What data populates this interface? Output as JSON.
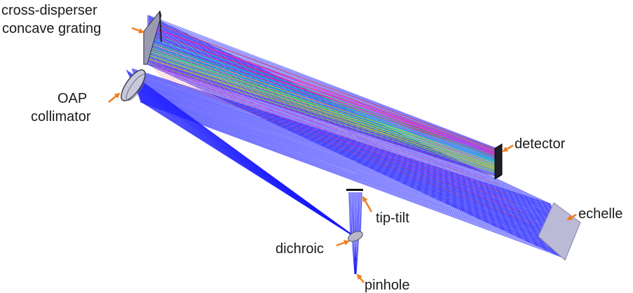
{
  "labels": {
    "cross_disperser_line1": "cross-disperser",
    "cross_disperser_line2": "concave grating",
    "oap_line1": "OAP",
    "oap_line2": "collimator",
    "detector": "detector",
    "echelle": "echelle",
    "tip_tilt": "tip-tilt",
    "dichroic": "dichroic",
    "pinhole": "pinhole"
  },
  "colors": {
    "arrow": "#f07d1e",
    "ray_primary": "#1a1aff",
    "optic_face": "#b8b8d8",
    "optic_dark": "#202030",
    "dispersed": [
      "#ff2a2a",
      "#ff00ff",
      "#00e060",
      "#00d0ff",
      "#ffd000",
      "#7fff00"
    ]
  }
}
